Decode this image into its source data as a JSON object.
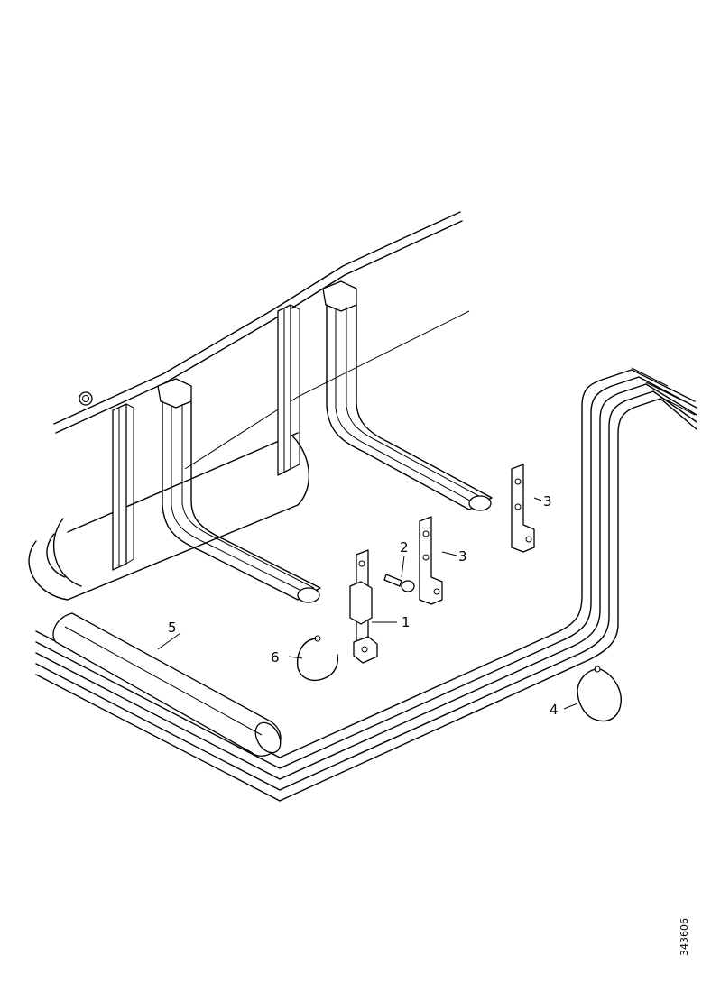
{
  "diagram": {
    "parts": [
      {
        "number": "1",
        "name": "clamp"
      },
      {
        "number": "2",
        "name": "bolt"
      },
      {
        "number": "3",
        "name": "bracket"
      },
      {
        "number": "3",
        "name": "bracket"
      },
      {
        "number": "4",
        "name": "hose-clip"
      },
      {
        "number": "5",
        "name": "protective-sleeve"
      },
      {
        "number": "6",
        "name": "hose-clip"
      }
    ],
    "drawing_id": "343606"
  }
}
